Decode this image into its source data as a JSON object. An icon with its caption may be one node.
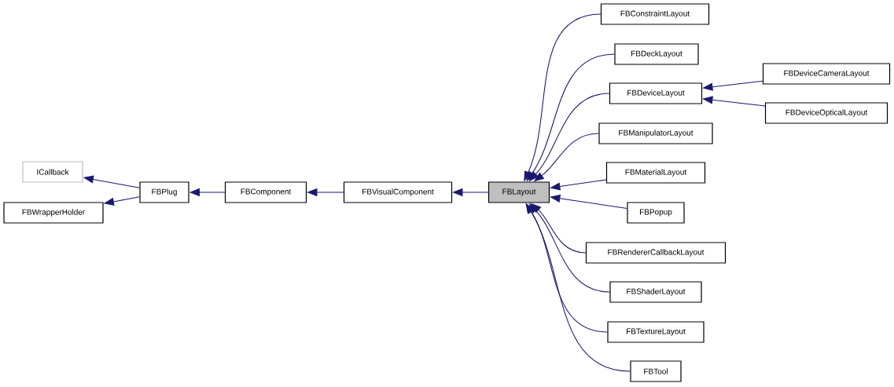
{
  "diagram": {
    "nodes": [
      {
        "text": [
          "ICallback"
        ]
      },
      {
        "text": [
          "FBWrapperHolder"
        ]
      },
      {
        "text": [
          "FBPlug"
        ]
      },
      {
        "text": [
          "FBComponent"
        ]
      },
      {
        "text": [
          "FBVisualComponent"
        ]
      },
      {
        "text": [
          "FBLayout"
        ]
      },
      {
        "text": [
          "FBConstraintLayout"
        ]
      },
      {
        "text": [
          "FBDeckLayout"
        ]
      },
      {
        "text": [
          "FBDeviceLayout"
        ]
      },
      {
        "text": [
          "FBDeviceCameraLayout"
        ]
      },
      {
        "text": [
          "FBDeviceOpticalLayout"
        ]
      },
      {
        "text": [
          "FBManipulatorLayout"
        ]
      },
      {
        "text": [
          "FBMaterialLayout"
        ]
      },
      {
        "text": [
          "FBPopup"
        ]
      },
      {
        "text": [
          "FBRendererCallbackLayout"
        ]
      },
      {
        "text": [
          "FBShaderLayout"
        ]
      },
      {
        "text": [
          "FBTextureLayout"
        ]
      },
      {
        "text": [
          "FBTool"
        ]
      }
    ],
    "edges": [
      {
        "from": 2,
        "to": 0,
        "arrow": "to"
      },
      {
        "from": 2,
        "to": 1,
        "arrow": "to"
      },
      {
        "from": 3,
        "to": 2,
        "arrow": "to"
      },
      {
        "from": 4,
        "to": 3,
        "arrow": "to"
      },
      {
        "from": 5,
        "to": 4,
        "arrow": "to"
      },
      {
        "from": 6,
        "to": 5,
        "arrow": "to"
      },
      {
        "from": 7,
        "to": 5,
        "arrow": "to"
      },
      {
        "from": 8,
        "to": 5,
        "arrow": "to"
      },
      {
        "from": 9,
        "to": 8,
        "arrow": "to"
      },
      {
        "from": 10,
        "to": 8,
        "arrow": "to"
      },
      {
        "from": 11,
        "to": 5,
        "arrow": "to"
      },
      {
        "from": 12,
        "to": 5,
        "arrow": "to"
      },
      {
        "from": 13,
        "to": 5,
        "arrow": "to"
      },
      {
        "from": 14,
        "to": 5,
        "arrow": "to"
      },
      {
        "from": 15,
        "to": 5,
        "arrow": "to"
      },
      {
        "from": 16,
        "to": 5,
        "arrow": "to"
      },
      {
        "from": 17,
        "to": 5,
        "arrow": "to"
      }
    ]
  }
}
